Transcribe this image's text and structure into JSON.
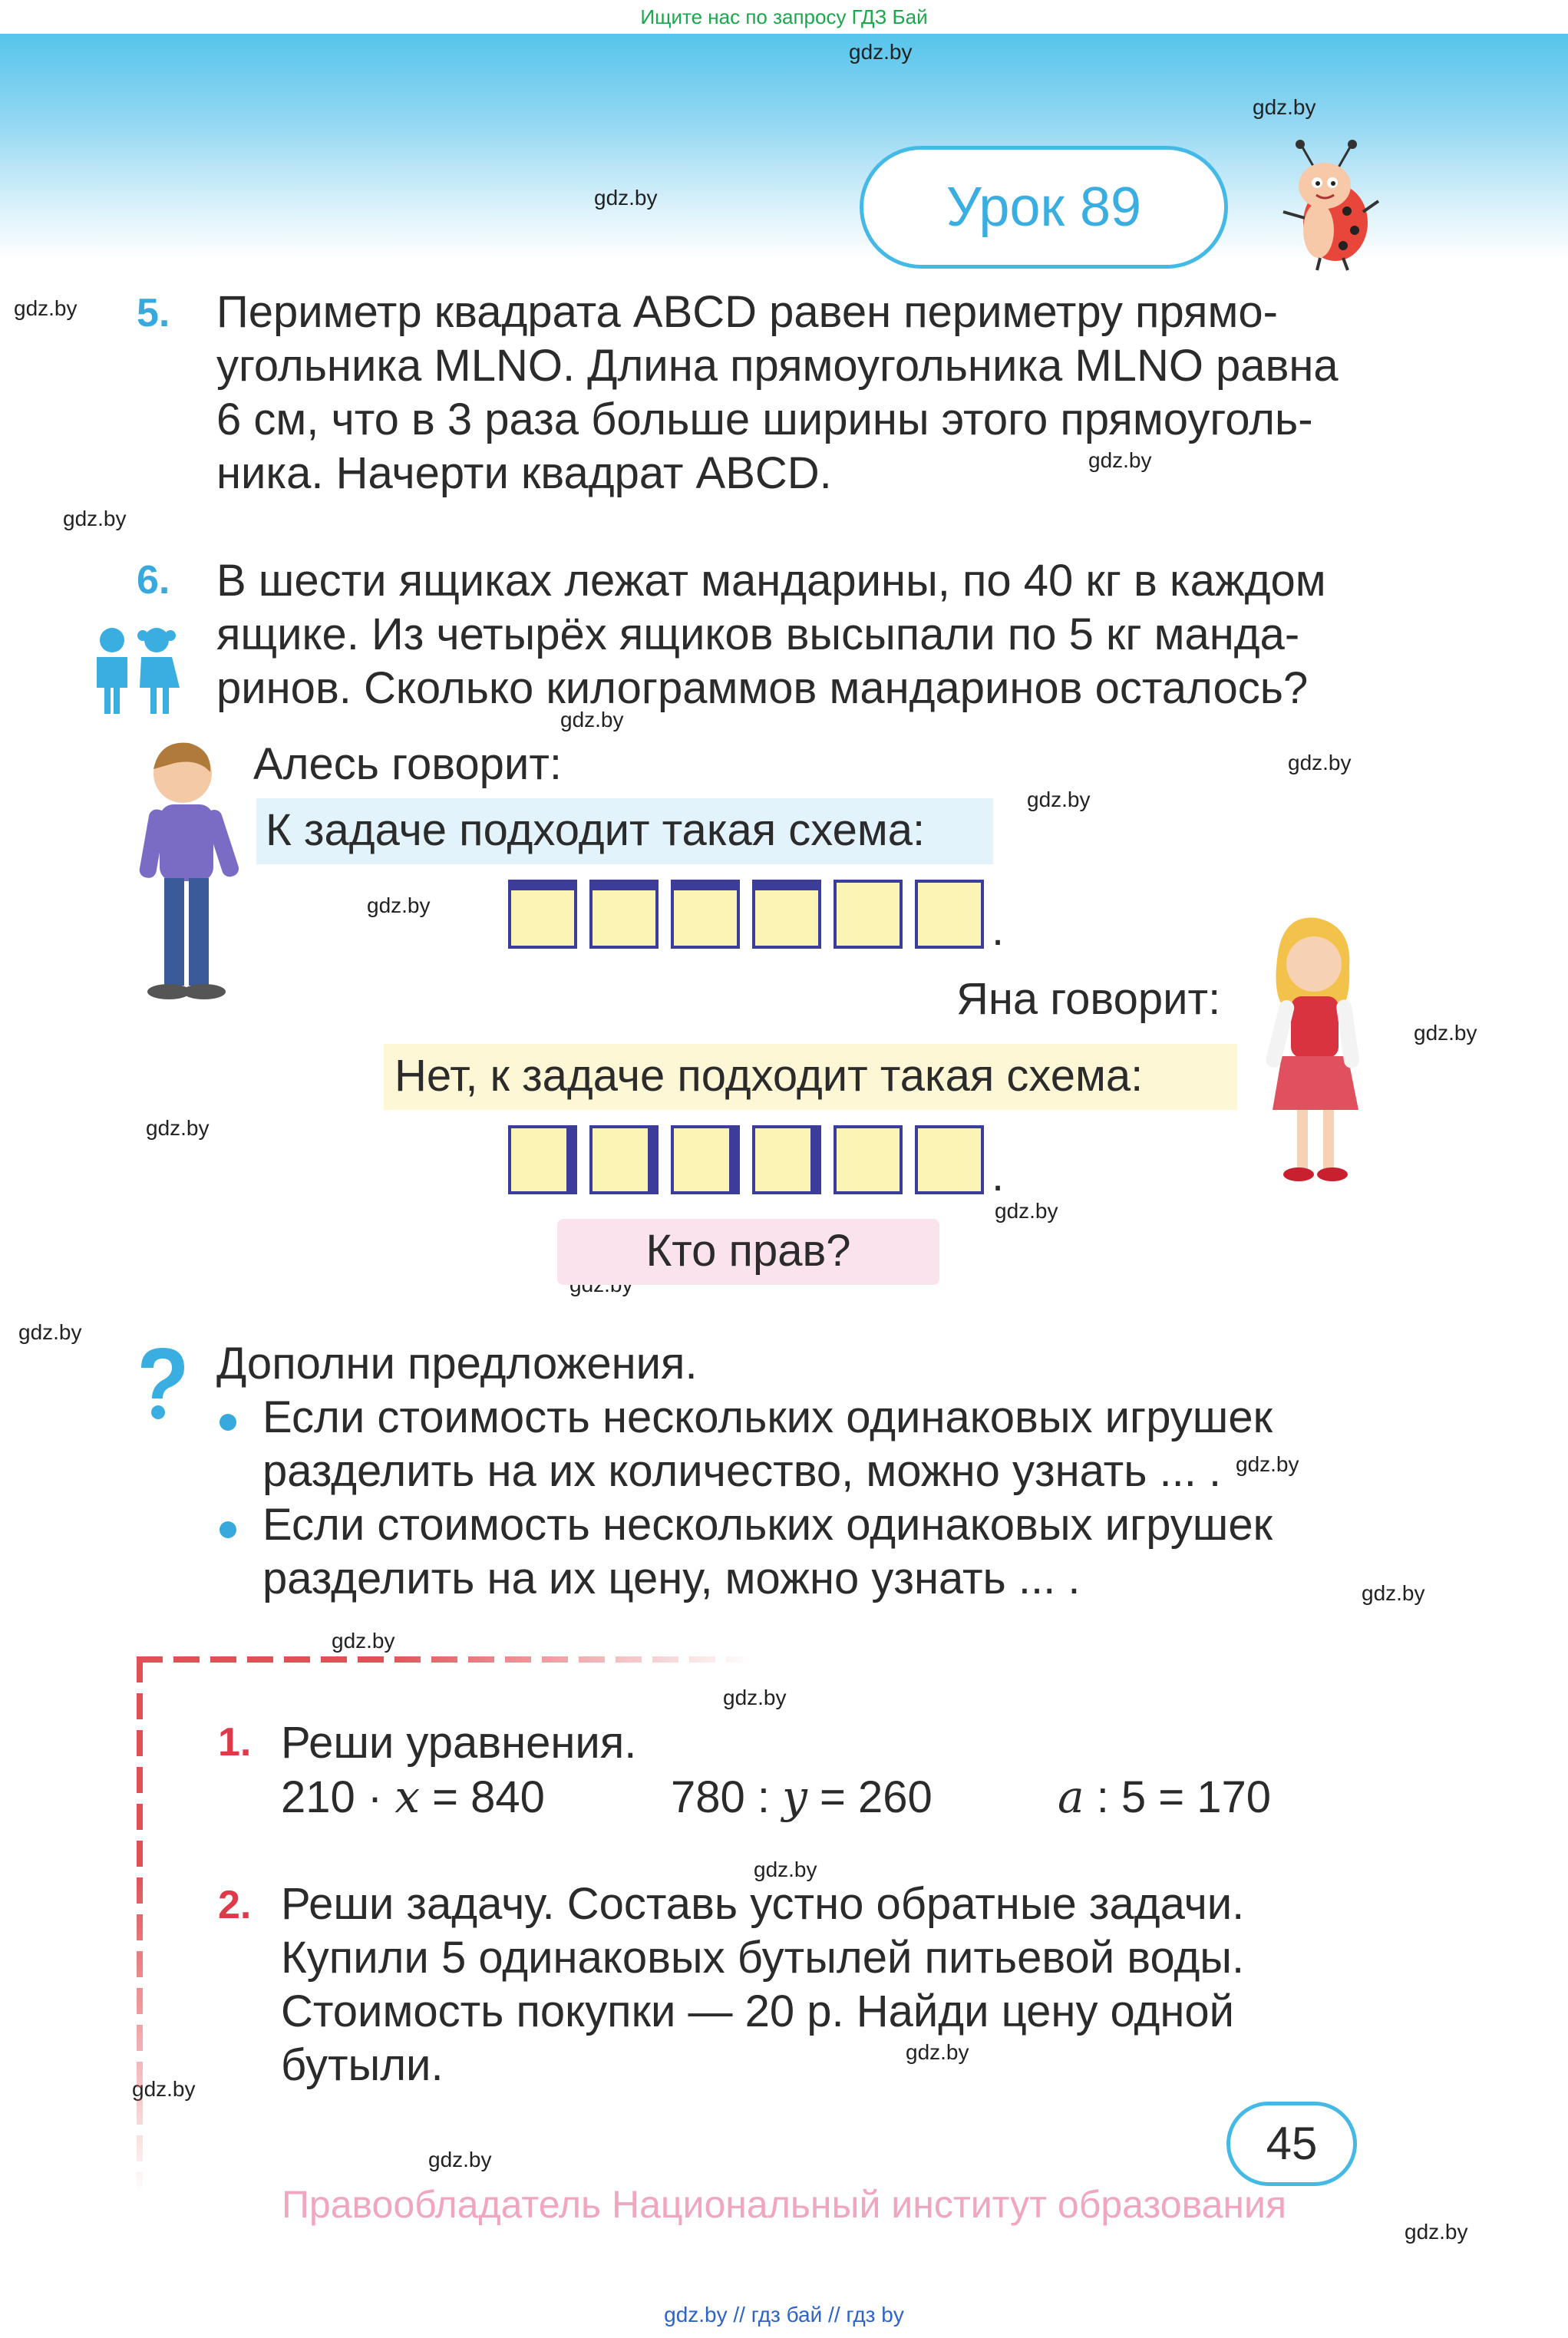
{
  "header": {
    "banner": "Ищите нас по запросу ГДЗ Бай"
  },
  "lesson": {
    "title": "Урок 89"
  },
  "watermark": "gdz.by",
  "task5": {
    "number": "5.",
    "lines": [
      "Периметр квадрата ABCD равен периметру прямо-",
      "угольника MLNO. Длина прямоугольника MLNO равна",
      "6 см, что в 3 раза больше ширины этого прямоуголь-",
      "ника. Начерти квадрат ABCD."
    ]
  },
  "task6": {
    "number": "6.",
    "lines": [
      "В шести ящиках лежат мандарины, по 40 кг в каждом",
      "ящике. Из четырёх ящиков высыпали по 5 кг манда-",
      "ринов. Сколько килограммов мандаринов осталось?"
    ],
    "ales_says": "Алесь говорит:",
    "ales_speech": "К задаче подходит такая схема:",
    "yana_says": "Яна говорит:",
    "yana_speech": "Нет, к задаче подходит такая схема:",
    "dot": ".",
    "question": "Кто прав?"
  },
  "complete": {
    "heading": "Дополни предложения.",
    "items": [
      [
        "Если стоимость нескольких одинаковых игрушек",
        "разделить на их количество, можно узнать ... ."
      ],
      [
        "Если стоимость нескольких одинаковых игрушек",
        "разделить на их цену, можно узнать ... ."
      ]
    ]
  },
  "review": {
    "task1": {
      "number": "1.",
      "title": "Реши уравнения.",
      "equations": [
        {
          "left": "210 · ",
          "var": "x",
          "right": " = 840"
        },
        {
          "left": "780 : ",
          "var": "y",
          "right": " = 260"
        },
        {
          "left": "",
          "var": "a",
          "right": " : 5 = 170"
        }
      ]
    },
    "task2": {
      "number": "2.",
      "lines": [
        "Реши задачу. Составь устно обратные задачи.",
        "Купили 5 одинаковых бутылей питьевой воды.",
        "Стоимость покупки — 20 р. Найди цену одной",
        "бутыли."
      ]
    }
  },
  "page_number": "45",
  "copyright": "Правообладатель Национальный институт образования",
  "footer": "gdz.by  //  гдз бай  //  гдз by",
  "colors": {
    "accent_blue": "#38a9dd",
    "accent_red": "#e03a4a",
    "box_fill": "#fcf4b4",
    "box_border": "#3c3c9a"
  }
}
